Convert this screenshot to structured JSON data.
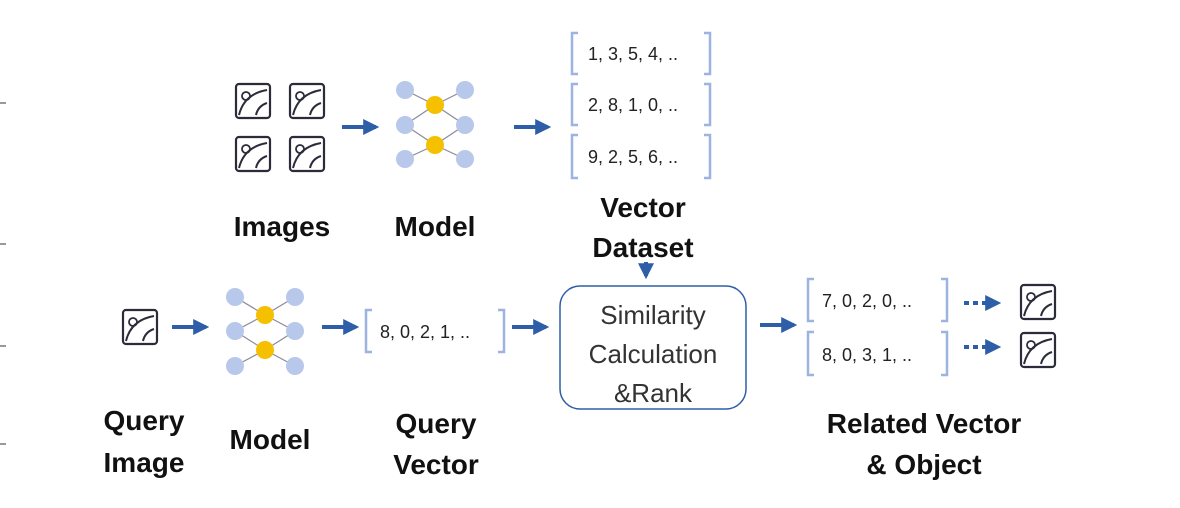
{
  "colors": {
    "arrow": "#2f5ea8",
    "node": "#b7c8ea",
    "hidden_node": "#f5c000",
    "edge": "#8a8a9a",
    "bracket": "#9db4e0",
    "icon": "#2b2b3a",
    "box_border": "#2f5ea8"
  },
  "icons": {
    "image": "image-icon",
    "model": "neural-network-icon"
  },
  "top_row": {
    "images_label": "Images",
    "model_label": "Model",
    "dataset_label_line1": "Vector",
    "dataset_label_line2": "Dataset",
    "vectors": [
      "1, 3, 5, 4, ..",
      "2, 8, 1, 0, ..",
      "9, 2, 5, 6, .."
    ]
  },
  "bottom_row": {
    "query_image_line1": "Query",
    "query_image_line2": "Image",
    "model_label": "Model",
    "query_vector": "8, 0, 2, 1, ..",
    "query_vector_line1": "Query",
    "query_vector_line2": "Vector",
    "similarity_line1": "Similarity",
    "similarity_line2": "Calculation",
    "similarity_line3": "&Rank",
    "related_vectors": [
      "7, 0, 2, 0, ..",
      "8, 0, 3, 1, .."
    ],
    "related_line1": "Related Vector",
    "related_line2": "& Object"
  }
}
